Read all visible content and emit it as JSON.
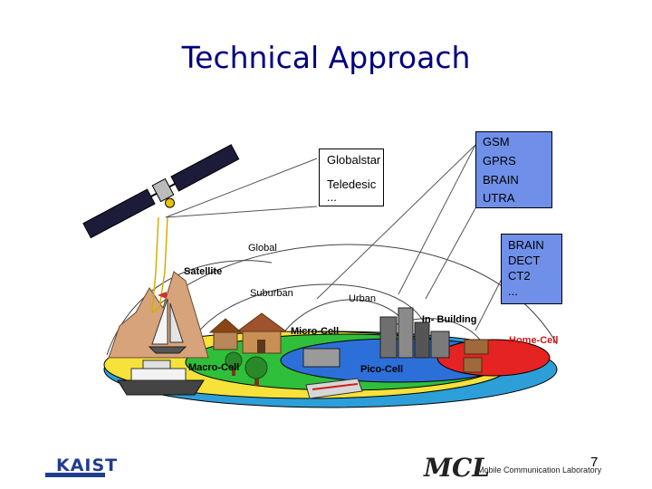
{
  "title": "Technical Approach",
  "box_right": {
    "lines": [
      "GSM",
      "GPRS",
      "BRAIN",
      "UTRA"
    ],
    "fill": "#6f8fe8"
  },
  "box_left": {
    "lines": [
      "Globalstar",
      "Teledesic",
      "..."
    ],
    "fill": "#ffffff"
  },
  "box_bottom": {
    "lines": [
      "BRAIN",
      "DECT",
      "CT2",
      "..."
    ],
    "fill": "#6f8fe8"
  },
  "labels": {
    "global": "Global",
    "satellite": "Satellite",
    "suburban": "Suburban",
    "urban": "Urban",
    "in_building": "In- Building",
    "micro_cell": "Micro-Cell",
    "macro_cell": "Macro-Cell",
    "pico_cell": "Pico-Cell",
    "home_cell": "Home-Cell"
  },
  "colors": {
    "title": "#000080",
    "outer_ring": "#2c9fd8",
    "macro": "#f6e23a",
    "micro": "#2fbf3a",
    "pico": "#2d6fd8",
    "home": "#e52323",
    "home_label": "#d01818"
  },
  "footer": {
    "kaist": "KAIST",
    "mcl_logo": "MCL",
    "mcl_text": "Mobile Communication Laboratory",
    "page": "7"
  }
}
